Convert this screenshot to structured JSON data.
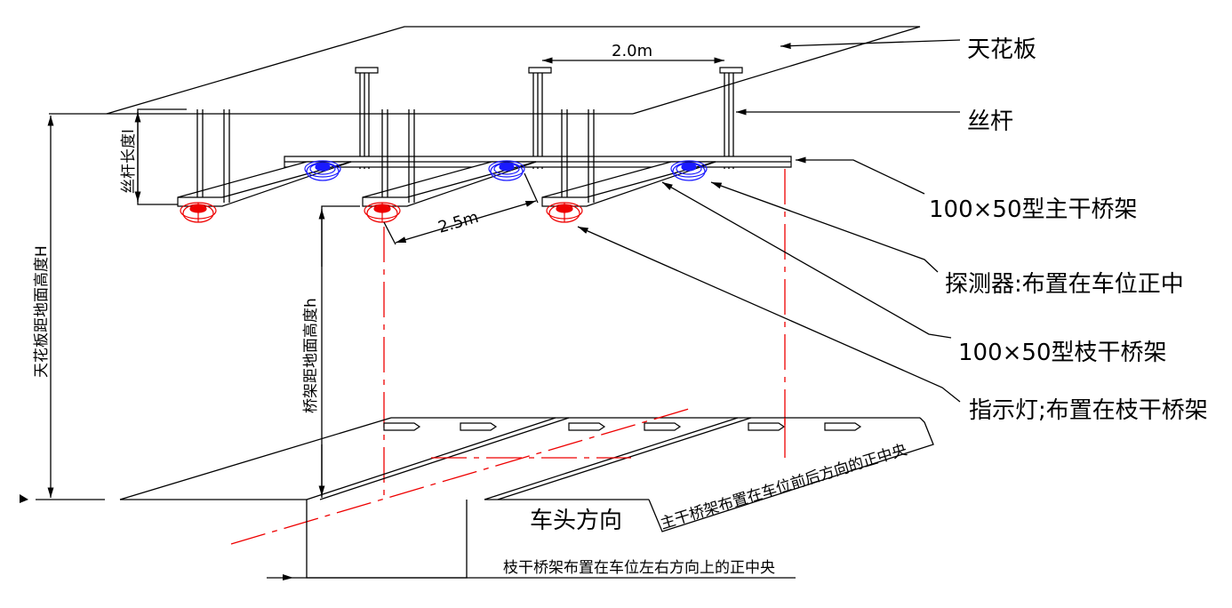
{
  "labels": {
    "ceiling": "天花板",
    "rod": "丝杆",
    "main_tray": "100×50型主干桥架",
    "detector": "探测器:布置在车位正中",
    "branch_tray": "100×50型枝干桥架",
    "indicator": "指示灯;布置在枝干桥架"
  },
  "dimensions": {
    "rod_spacing": "2.0m",
    "branch_spacing": "2.5m",
    "rod_length": "丝杆长度l",
    "ceiling_height": "天花板距地面高度H",
    "tray_height": "桥架距地面高度h"
  },
  "notes": {
    "vehicle_direction": "车头方向",
    "main_tray_note": "主干桥架布置在车位前后方向的正中央",
    "branch_tray_note": "枝干桥架布置在车位左右方向上的正中央"
  },
  "colors": {
    "indicator": "#e00000",
    "detector": "#1a1aff"
  }
}
